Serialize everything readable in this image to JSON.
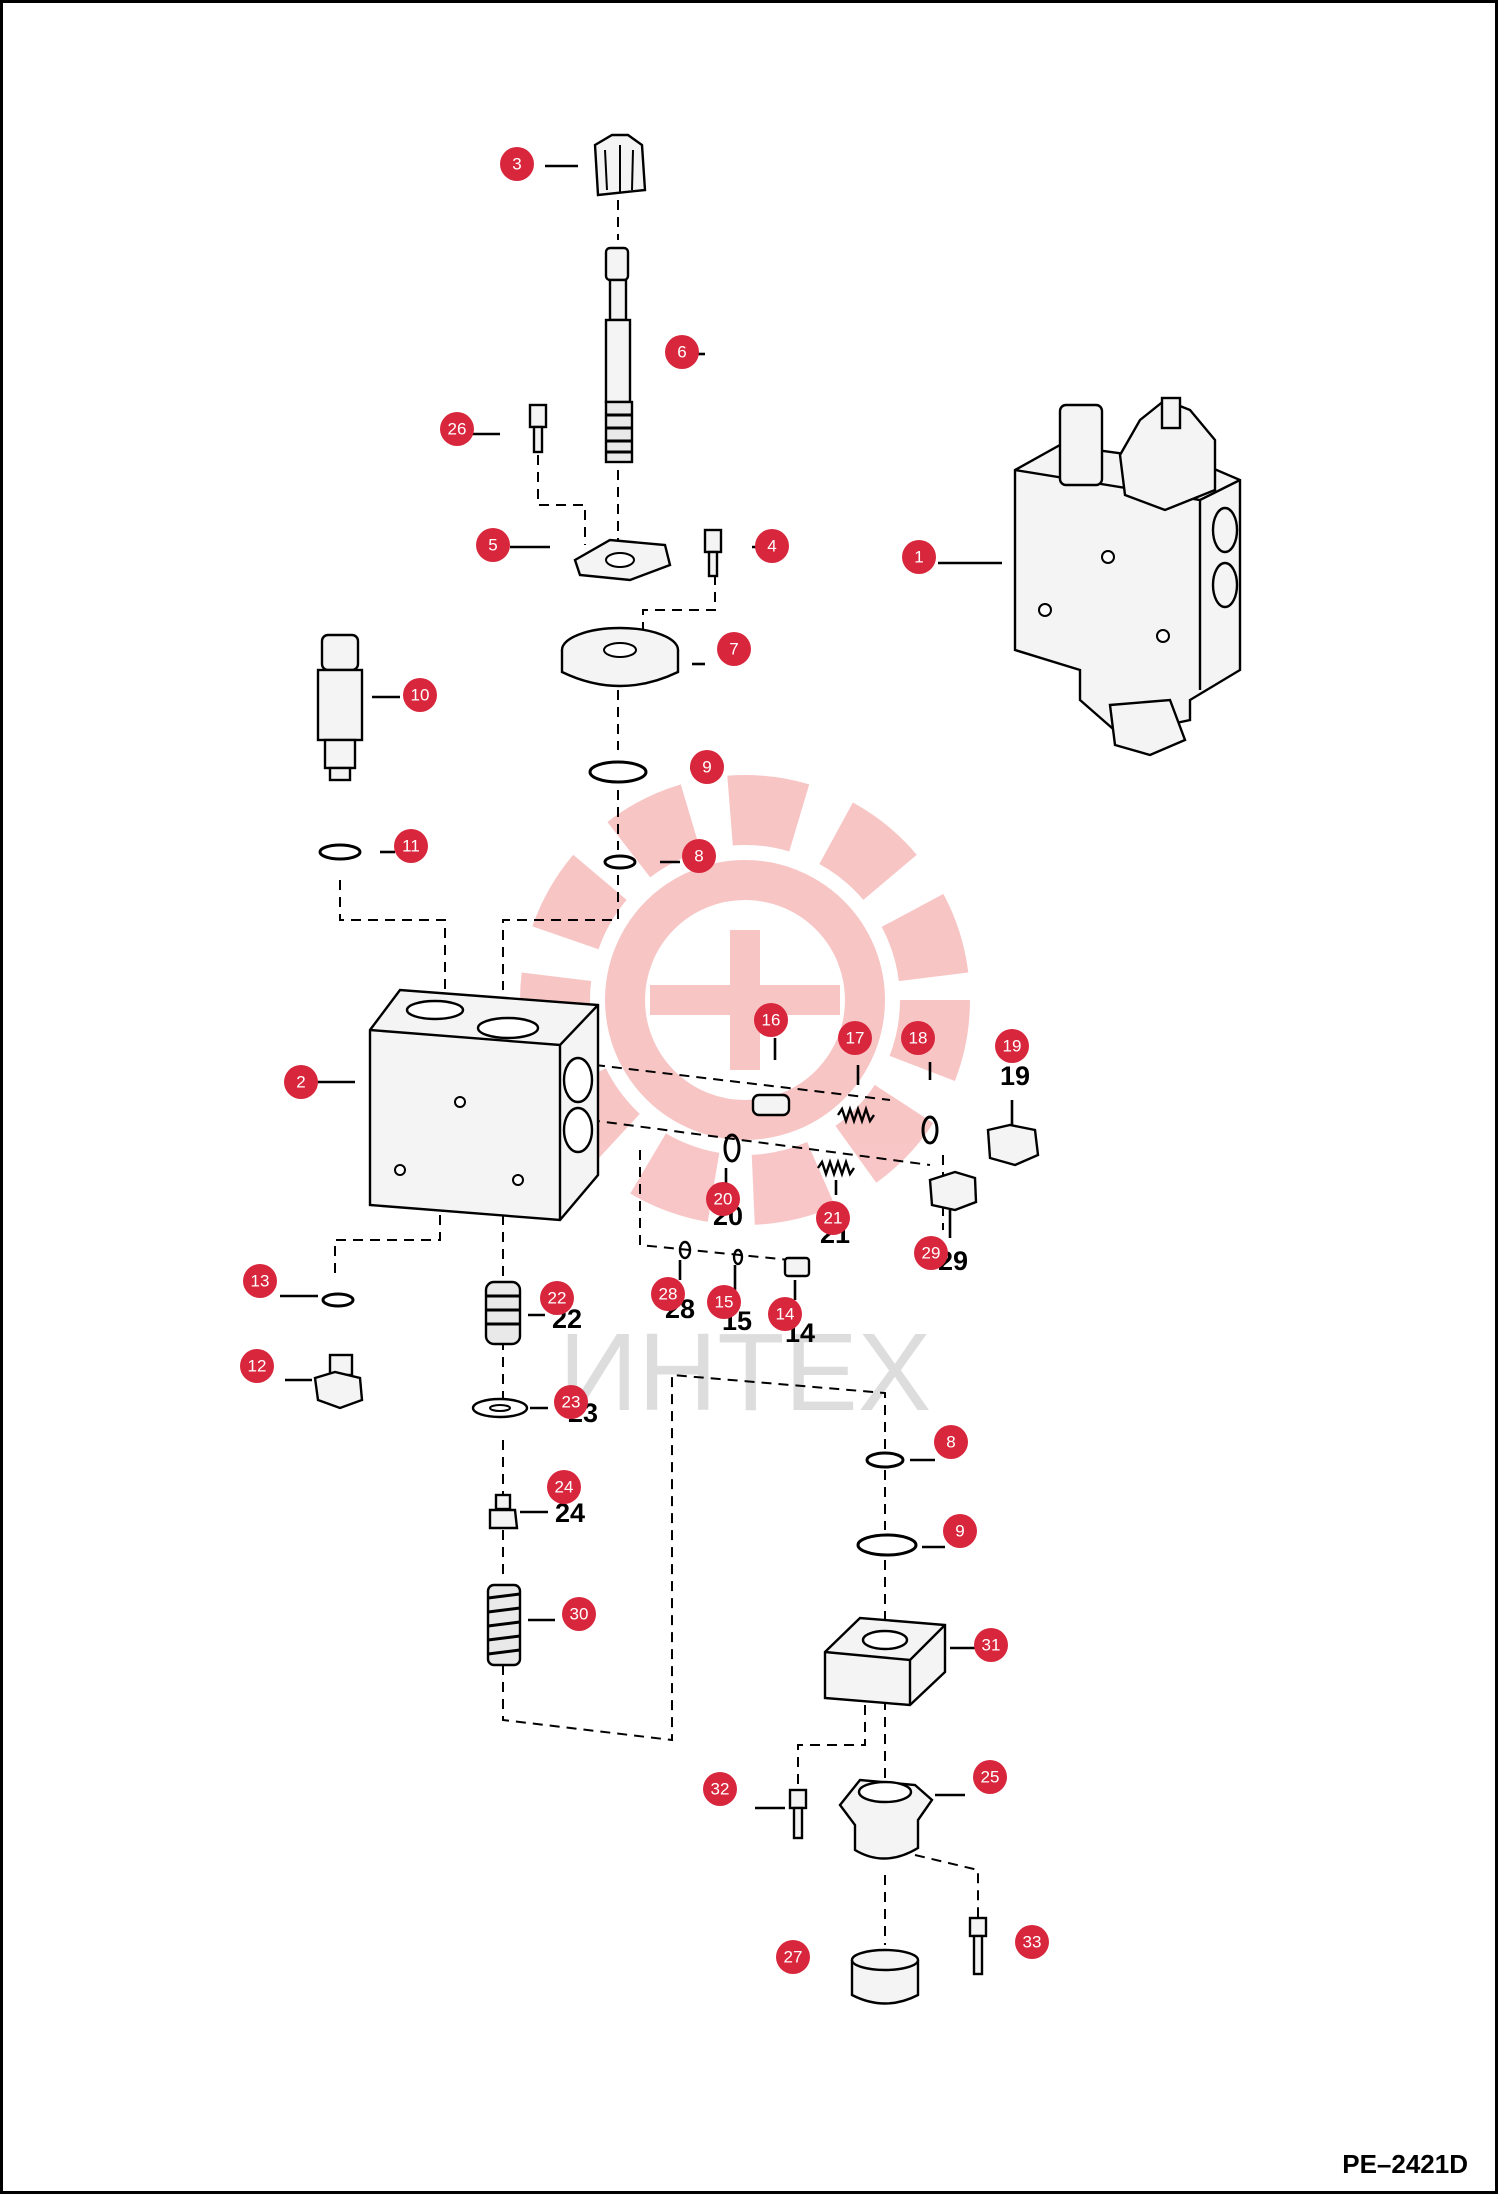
{
  "drawing_code": "PE–2421D",
  "watermark_text": "ИНТЕХ",
  "colors": {
    "callout": "#d8263c",
    "watermark": "#f4a3a3"
  },
  "callouts": [
    {
      "num": "1"
    },
    {
      "num": "2"
    },
    {
      "num": "3"
    },
    {
      "num": "4"
    },
    {
      "num": "5"
    },
    {
      "num": "6"
    },
    {
      "num": "7"
    },
    {
      "num": "8"
    },
    {
      "num": "9"
    },
    {
      "num": "10"
    },
    {
      "num": "11"
    },
    {
      "num": "12"
    },
    {
      "num": "13"
    },
    {
      "num": "14"
    },
    {
      "num": "15"
    },
    {
      "num": "16"
    },
    {
      "num": "17"
    },
    {
      "num": "18"
    },
    {
      "num": "19"
    },
    {
      "num": "20"
    },
    {
      "num": "21"
    },
    {
      "num": "22"
    },
    {
      "num": "23"
    },
    {
      "num": "24"
    },
    {
      "num": "30"
    },
    {
      "num": "8"
    },
    {
      "num": "9"
    },
    {
      "num": "31"
    },
    {
      "num": "25"
    },
    {
      "num": "32"
    },
    {
      "num": "33"
    },
    {
      "num": "27"
    },
    {
      "num": "26"
    },
    {
      "num": "28"
    },
    {
      "num": "29"
    }
  ],
  "ref_labels": [
    "19",
    "20",
    "21",
    "22",
    "23",
    "24",
    "28",
    "15",
    "14",
    "29"
  ]
}
